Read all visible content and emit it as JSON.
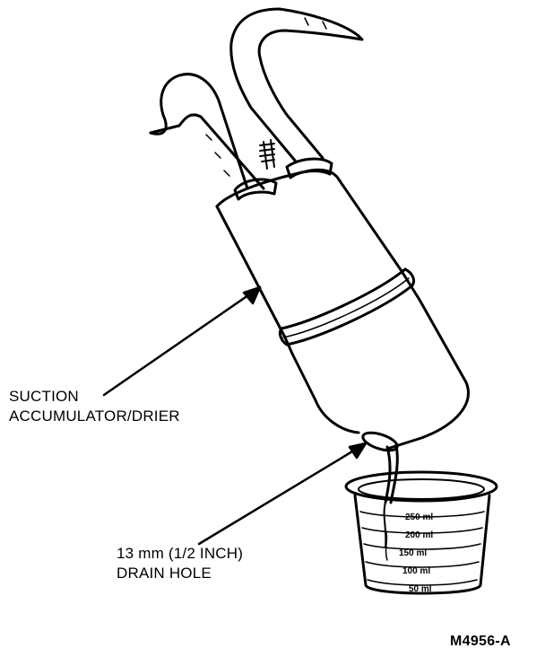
{
  "labels": {
    "accumulator_line1": "SUCTION",
    "accumulator_line2": "ACCUMULATOR/DRIER",
    "drain_line1": "13 mm (1/2 INCH)",
    "drain_line2": "DRAIN HOLE"
  },
  "measuring_cup": {
    "graduations": [
      "250 ml",
      "200 ml",
      "150 ml",
      "100 ml",
      "50 ml"
    ]
  },
  "figure_id": "M4956-A"
}
